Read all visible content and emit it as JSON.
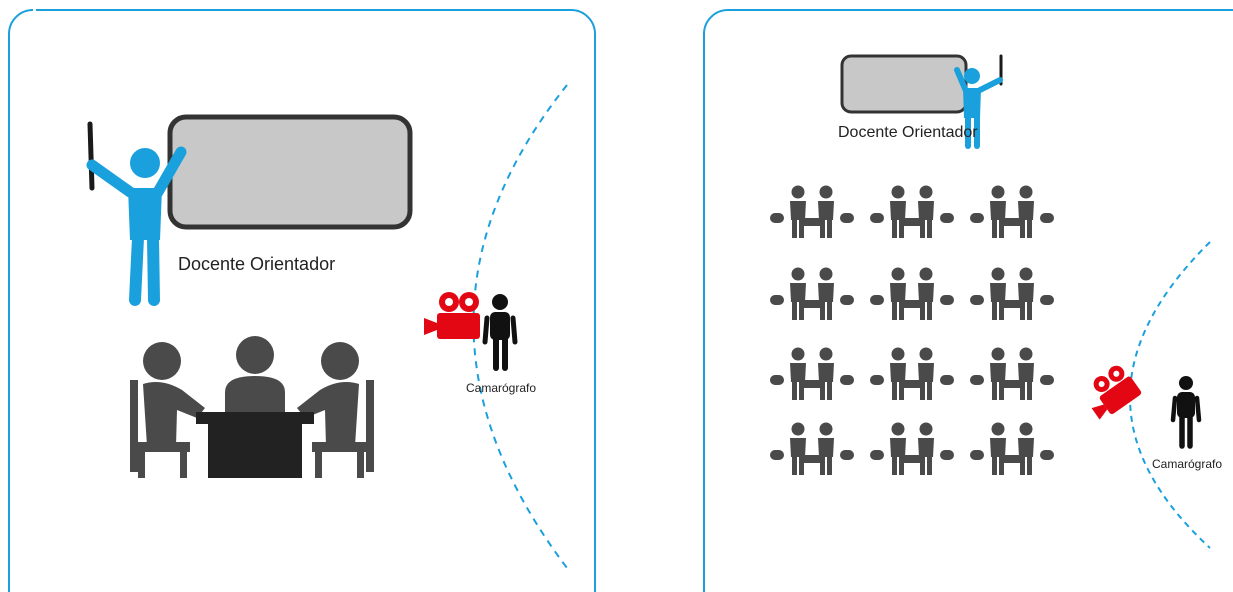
{
  "colors": {
    "panel_border": "#1aa0dc",
    "teacher": "#1aa0dc",
    "board_fill": "#c8c8c8",
    "board_stroke": "#333333",
    "people": "#4a4a4a",
    "table": "#222222",
    "camera": "#e30613",
    "camera_operator": "#111111",
    "arc": "#1aa0dc"
  },
  "panels": [
    {
      "layout": "small-group-table",
      "teacher_label": "Docente Orientador",
      "camera_label": "Camarógrafo",
      "icons": [
        "teacher-icon",
        "whiteboard-icon",
        "meeting-table-icon",
        "video-camera-icon",
        "camera-operator-icon"
      ]
    },
    {
      "layout": "classroom-rows",
      "teacher_label": "Docente Orientador",
      "camera_label": "Camarógrafo",
      "student_grid": {
        "rows": 4,
        "columns": 3,
        "students_per_desk": 2
      },
      "icons": [
        "teacher-icon",
        "whiteboard-icon",
        "student-pair-icon",
        "video-camera-icon",
        "camera-operator-icon"
      ]
    }
  ]
}
